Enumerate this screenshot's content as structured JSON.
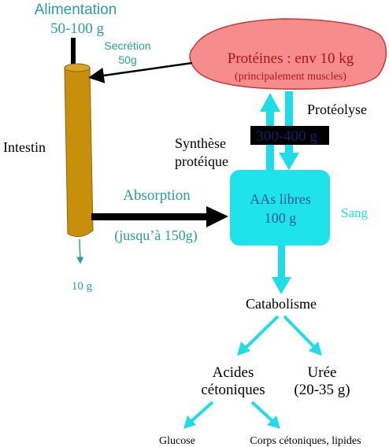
{
  "colors": {
    "teal": "#2a9d9d",
    "cyan": "#1fdde6",
    "cyan_box": "#1ee3ea",
    "box_text": "#1f5a94",
    "protein_fill": "#f78c8c",
    "protein_text": "#b01414",
    "intestine": "#c8900a",
    "black": "#000000",
    "label_dark": "#1a1f6b"
  },
  "intake": {
    "title": "Alimentation",
    "amount": "50-100 g"
  },
  "secretion": {
    "label": "Secrétion",
    "amount": "50g"
  },
  "intestine": {
    "label": "Intestin",
    "loss": "10 g"
  },
  "proteins": {
    "title": "Protéines : env 10 kg",
    "subtitle": "(principalement muscles)"
  },
  "proteolysis": {
    "label": "Protéolyse"
  },
  "flux": {
    "label": "300-400 g"
  },
  "synthesis": {
    "line1": "Synthèse",
    "line2": "protéique"
  },
  "absorption": {
    "label": "Absorption",
    "amount": "(jusqu’à 150g)"
  },
  "free_aa": {
    "title": "AAs libres",
    "amount": "100 g",
    "compartment": "Sang"
  },
  "catabolism": {
    "label": "Catabolisme"
  },
  "keto_acids": {
    "line1": "Acides",
    "line2": "cétoniques"
  },
  "urea": {
    "label": "Urée",
    "amount": "(20-35 g)"
  },
  "outputs": {
    "glucose": "Glucose",
    "ketone_bodies": "Corps cétoniques, lipides"
  }
}
